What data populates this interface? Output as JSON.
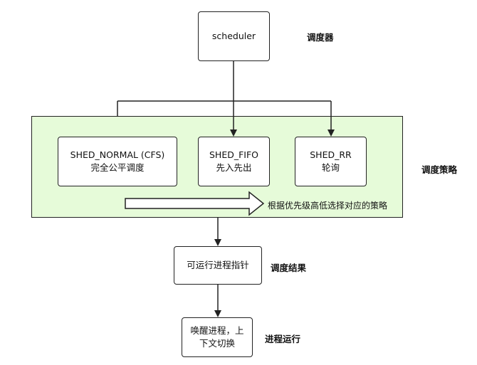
{
  "nodes": {
    "scheduler": {
      "label": "scheduler"
    },
    "normal": {
      "line1": "SHED_NORMAL (CFS)",
      "line2": "完全公平调度"
    },
    "fifo": {
      "line1": "SHED_FIFO",
      "line2": "先入先出"
    },
    "rr": {
      "line1": "SHED_RR",
      "line2": "轮询"
    },
    "result": {
      "label": "可运行进程指针"
    },
    "wake": {
      "line1": "唤醒进程，上",
      "line2": "下文切换"
    }
  },
  "labels": {
    "scheduler": "调度器",
    "policy": "调度策略",
    "result": "调度结果",
    "running": "进程运行"
  },
  "priority_note": "根据优先级高低选择对应的策略",
  "colors": {
    "panel_fill": "#e6fbd9",
    "stroke": "#222222",
    "box_fill": "#ffffff"
  }
}
